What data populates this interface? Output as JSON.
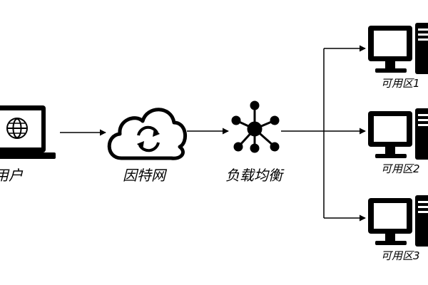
{
  "nodes": {
    "user": "用户",
    "internet": "因特网",
    "load_balancer": "负载均衡",
    "zones": [
      "可用区1",
      "可用区2",
      "可用区3"
    ]
  },
  "icons": {
    "user": "laptop-globe-icon",
    "internet": "cloud-sync-icon",
    "load_balancer": "hub-network-icon",
    "zone": "desktop-computer-icon"
  },
  "colors": {
    "stroke": "#000000",
    "background": "#ffffff"
  }
}
